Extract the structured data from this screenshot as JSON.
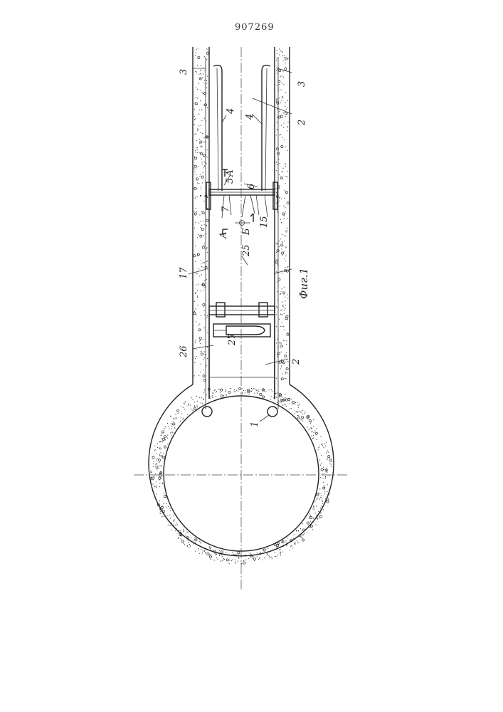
{
  "document": {
    "patent_number": "907269",
    "figure_caption": "Фиг.1"
  },
  "labels": {
    "l1": "1",
    "l2a": "2",
    "l2b": "2",
    "l3a": "3",
    "l3b": "3",
    "l4a": "4",
    "l4b": "4",
    "l5": "5",
    "l6": "6",
    "l7": "7",
    "l15": "15",
    "l17": "17",
    "l25": "25",
    "l26": "26",
    "l27": "27",
    "section_a_left": "А",
    "section_a_right": "А",
    "section_a_lower": "А",
    "section_b": "Б"
  },
  "colors": {
    "ink": "#222222",
    "paper": "#ffffff"
  }
}
